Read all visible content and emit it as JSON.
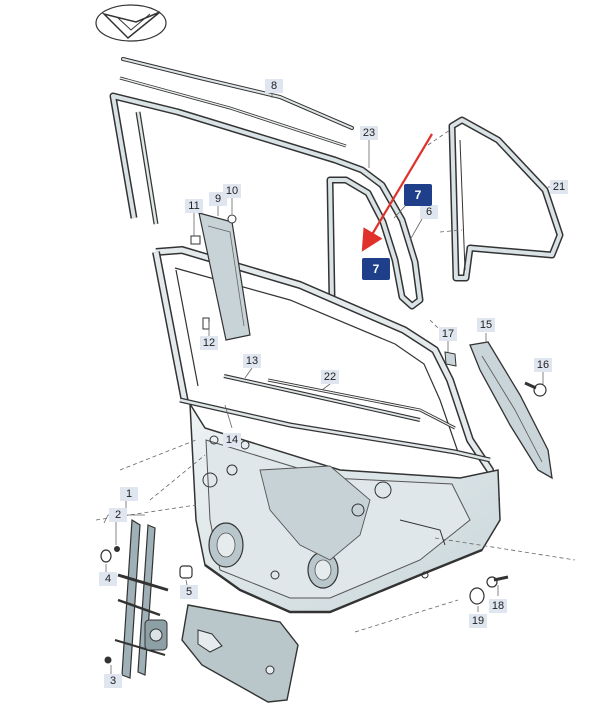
{
  "diagram": {
    "callouts": [
      {
        "id": "c1",
        "label": "1"
      },
      {
        "id": "c2",
        "label": "2"
      },
      {
        "id": "c3",
        "label": "3"
      },
      {
        "id": "c4",
        "label": "4"
      },
      {
        "id": "c5",
        "label": "5"
      },
      {
        "id": "c6",
        "label": "6"
      },
      {
        "id": "c7a",
        "label": "7",
        "highlight": true
      },
      {
        "id": "c7b",
        "label": "7",
        "highlight": true
      },
      {
        "id": "c8",
        "label": "8"
      },
      {
        "id": "c9",
        "label": "9"
      },
      {
        "id": "c10",
        "label": "10"
      },
      {
        "id": "c11",
        "label": "11"
      },
      {
        "id": "c12",
        "label": "12"
      },
      {
        "id": "c13",
        "label": "13"
      },
      {
        "id": "c14",
        "label": "14"
      },
      {
        "id": "c15",
        "label": "15"
      },
      {
        "id": "c16",
        "label": "16"
      },
      {
        "id": "c17",
        "label": "17"
      },
      {
        "id": "c18",
        "label": "18"
      },
      {
        "id": "c19",
        "label": "19"
      },
      {
        "id": "c21",
        "label": "21"
      },
      {
        "id": "c22",
        "label": "22"
      },
      {
        "id": "c23",
        "label": "23"
      }
    ],
    "colors": {
      "line": "#333333",
      "fill": "#cfd9dd",
      "highlight": "#1f3f8a",
      "arrow": "#e0322b"
    }
  }
}
